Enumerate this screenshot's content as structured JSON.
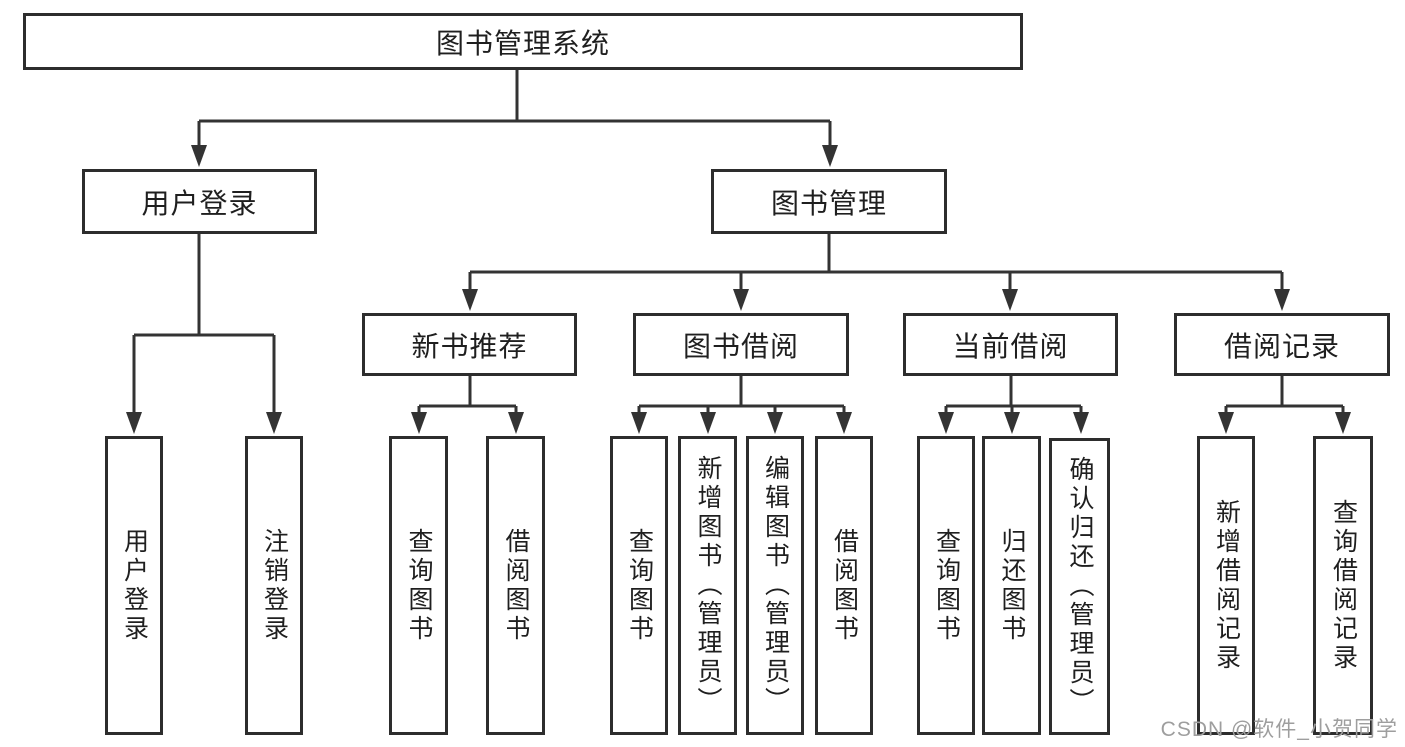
{
  "diagram_type": "hierarchy-tree",
  "colors": {
    "background": "#ffffff",
    "line": "#333333",
    "box_border": "#2d2d2d",
    "text": "#1f1f1f",
    "watermark": "#9e9e9e"
  },
  "tree": {
    "root": {
      "label": "图书管理系统",
      "children": [
        {
          "label": "用户登录",
          "children": [
            {
              "label": "用户登录"
            },
            {
              "label": "注销登录"
            }
          ]
        },
        {
          "label": "图书管理",
          "children": [
            {
              "label": "新书推荐",
              "children": [
                {
                  "label": "查询图书"
                },
                {
                  "label": "借阅图书"
                }
              ]
            },
            {
              "label": "图书借阅",
              "children": [
                {
                  "label": "查询图书"
                },
                {
                  "label": "新增图书（管理员）"
                },
                {
                  "label": "编辑图书（管理员）"
                },
                {
                  "label": "借阅图书"
                }
              ]
            },
            {
              "label": "当前借阅",
              "children": [
                {
                  "label": "查询图书"
                },
                {
                  "label": "归还图书"
                },
                {
                  "label": "确认归还（管理员）"
                }
              ]
            },
            {
              "label": "借阅记录",
              "children": [
                {
                  "label": "新增借阅记录"
                },
                {
                  "label": "查询借阅记录"
                }
              ]
            }
          ]
        }
      ]
    }
  },
  "watermark": {
    "text": "CSDN @软件_小贺同学"
  }
}
